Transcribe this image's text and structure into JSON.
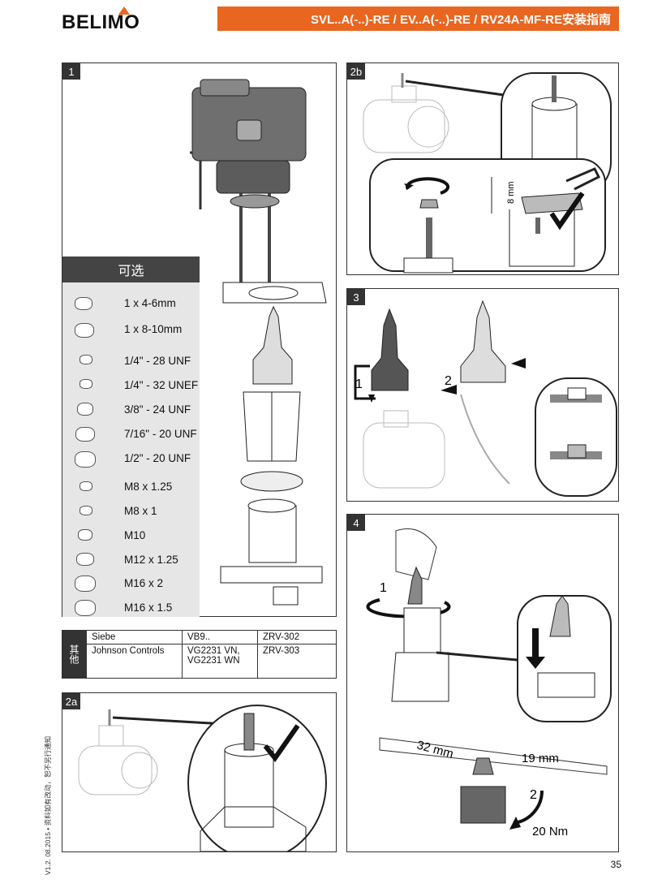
{
  "header": {
    "brand": "BELIMO",
    "title": "SVL..A(-..)-RE / EV..A(-..)-RE / RV24A-MF-RE安装指南"
  },
  "panels": {
    "p1": "1",
    "p2a": "2a",
    "p2b": "2b",
    "p3": "3",
    "p4": "4"
  },
  "optional": {
    "title": "可选",
    "items": [
      "1 x 4-6mm",
      "1 x 8-10mm",
      "1/4\" - 28 UNF",
      "1/4\" - 32 UNEF",
      "3/8\" - 24 UNF",
      "7/16\" - 20 UNF",
      "1/2\" - 20 UNF",
      "M8 x 1.25",
      "M8 x 1",
      "M10",
      "M12 x 1.25",
      "M16 x 2",
      "M16 x 1.5"
    ]
  },
  "compat": {
    "label": "其他",
    "rows": [
      {
        "brand": "Siebe",
        "valve": "VB9..",
        "adapter": "ZRV-302"
      },
      {
        "brand": "Johnson Controls",
        "valve": "VG2231 VN, VG2231 WN",
        "adapter": "ZRV-303"
      }
    ]
  },
  "labels": {
    "dim_8mm": "8 mm",
    "step1": "1",
    "step2": "2",
    "wrench_32": "32 mm",
    "wrench_19": "19 mm",
    "torque": "20 Nm"
  },
  "footer": {
    "version": "V1.2. 08.2015 • 资料如有改动，恕不另行通知",
    "page": "35"
  },
  "colors": {
    "accent": "#e8661f",
    "dark": "#333333",
    "panel_gray": "#e6e6e6"
  }
}
